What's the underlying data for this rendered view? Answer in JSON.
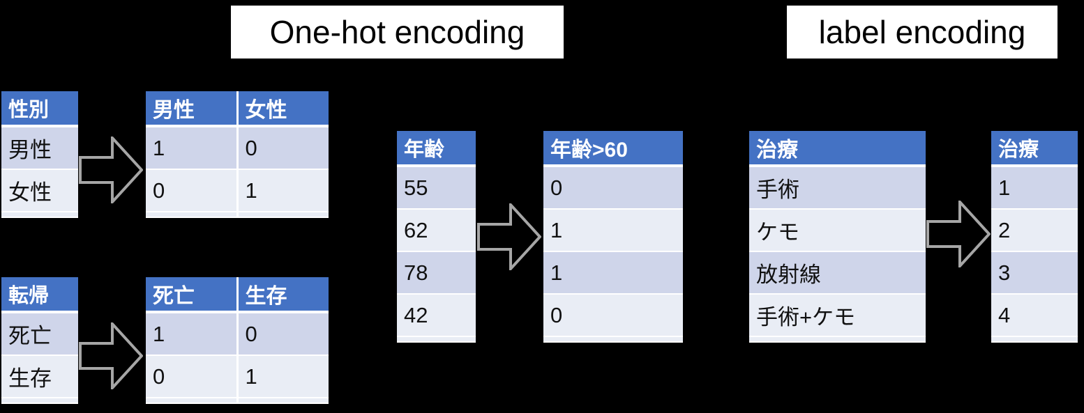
{
  "titles": {
    "one_hot": "One-hot encoding",
    "label": "label encoding"
  },
  "icons": {
    "arrow": "block-arrow-right-icon"
  },
  "colors": {
    "background": "#000000",
    "header_blue": "#4472C4",
    "row_band_dark": "#CFD5EA",
    "row_band_light": "#E9EDF5",
    "table_white": "#FFFFFF",
    "arrow_stroke": "#A6A6A6",
    "title_text": "#000000"
  },
  "groups": [
    {
      "name": "gender-one-hot",
      "source": {
        "headers": [
          "性別"
        ],
        "rows": [
          [
            "男性"
          ],
          [
            "女性"
          ]
        ]
      },
      "result": {
        "headers": [
          "男性",
          "女性"
        ],
        "rows": [
          [
            "1",
            "0"
          ],
          [
            "0",
            "1"
          ]
        ]
      }
    },
    {
      "name": "outcome-one-hot",
      "source": {
        "headers": [
          "転帰"
        ],
        "rows": [
          [
            "死亡"
          ],
          [
            "生存"
          ]
        ]
      },
      "result": {
        "headers": [
          "死亡",
          "生存"
        ],
        "rows": [
          [
            "1",
            "0"
          ],
          [
            "0",
            "1"
          ]
        ]
      }
    },
    {
      "name": "age-binary",
      "source": {
        "headers": [
          "年齢"
        ],
        "rows": [
          [
            "55"
          ],
          [
            "62"
          ],
          [
            "78"
          ],
          [
            "42"
          ]
        ]
      },
      "result": {
        "headers": [
          "年齢>60"
        ],
        "rows": [
          [
            "0"
          ],
          [
            "1"
          ],
          [
            "1"
          ],
          [
            "0"
          ]
        ]
      }
    },
    {
      "name": "treatment-label",
      "source": {
        "headers": [
          "治療"
        ],
        "rows": [
          [
            "手術"
          ],
          [
            "ケモ"
          ],
          [
            "放射線"
          ],
          [
            "手術+ケモ"
          ]
        ]
      },
      "result": {
        "headers": [
          "治療"
        ],
        "rows": [
          [
            "1"
          ],
          [
            "2"
          ],
          [
            "3"
          ],
          [
            "4"
          ]
        ]
      }
    }
  ]
}
